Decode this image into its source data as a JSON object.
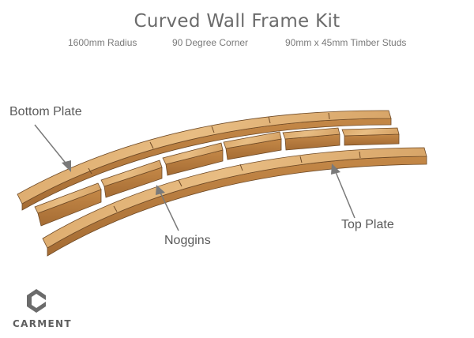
{
  "header": {
    "title": "Curved Wall Frame Kit",
    "specs": [
      "1600mm Radius",
      "90 Degree Corner",
      "90mm x 45mm Timber Studs"
    ]
  },
  "labels": {
    "bottom_plate": "Bottom Plate",
    "noggins": "Noggins",
    "top_plate": "Top Plate"
  },
  "brand": {
    "name": "CARMENT"
  },
  "colors": {
    "wood_top": "#e2b276",
    "wood_side": "#b77a3e",
    "wood_edge": "#6f4a26",
    "pointer": "#7a7a7a",
    "label_text": "#5a5a5a",
    "logo": "#6b6b6b"
  }
}
